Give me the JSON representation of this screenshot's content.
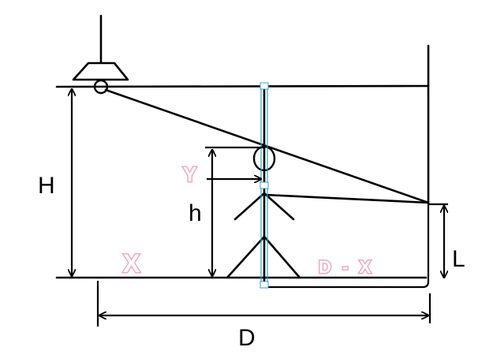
{
  "labels": {
    "H": "H",
    "h": "h",
    "Y": "Y",
    "X": "X",
    "D_minus_X": "D - X",
    "L": "L",
    "D": "D"
  }
}
